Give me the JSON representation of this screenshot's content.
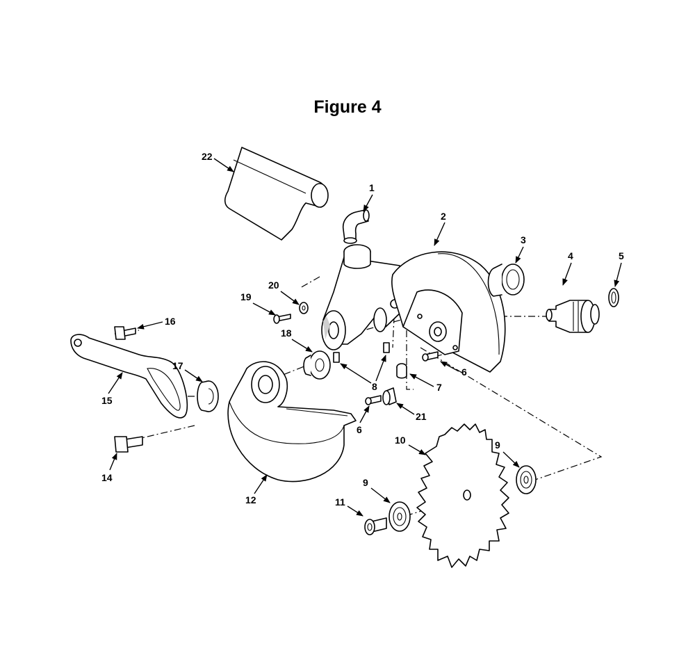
{
  "figure_title": "Figure 4",
  "callouts": [
    {
      "id": "c1",
      "label": "1"
    },
    {
      "id": "c2",
      "label": "2"
    },
    {
      "id": "c3",
      "label": "3"
    },
    {
      "id": "c4",
      "label": "4"
    },
    {
      "id": "c5",
      "label": "5"
    },
    {
      "id": "c6a",
      "label": "6"
    },
    {
      "id": "c6b",
      "label": "6"
    },
    {
      "id": "c7",
      "label": "7"
    },
    {
      "id": "c8",
      "label": "8"
    },
    {
      "id": "c9a",
      "label": "9"
    },
    {
      "id": "c9b",
      "label": "9"
    },
    {
      "id": "c10",
      "label": "10"
    },
    {
      "id": "c11",
      "label": "11"
    },
    {
      "id": "c12",
      "label": "12"
    },
    {
      "id": "c14",
      "label": "14"
    },
    {
      "id": "c15",
      "label": "15"
    },
    {
      "id": "c16",
      "label": "16"
    },
    {
      "id": "c17",
      "label": "17"
    },
    {
      "id": "c18",
      "label": "18"
    },
    {
      "id": "c19",
      "label": "19"
    },
    {
      "id": "c20",
      "label": "20"
    },
    {
      "id": "c21",
      "label": "21"
    },
    {
      "id": "c22",
      "label": "22"
    }
  ]
}
